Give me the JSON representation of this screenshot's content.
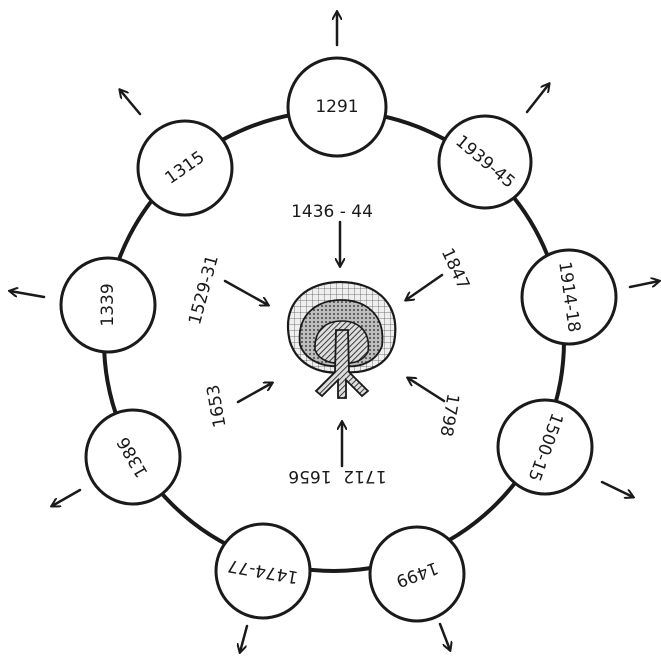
{
  "diagram": {
    "outer_dates": [
      "1291",
      "1939-45",
      "1914-18",
      "1500-15",
      "1499",
      "1474-77",
      "1386",
      "1339",
      "1315"
    ],
    "inner_dates": {
      "top": "1436 - 44",
      "upper_left": "1529-31",
      "upper_right": "1847",
      "lower_left": "1653",
      "lower_right": "1798",
      "bottom": [
        "1712",
        "1656"
      ]
    },
    "center_symbol": "tree-icon"
  }
}
